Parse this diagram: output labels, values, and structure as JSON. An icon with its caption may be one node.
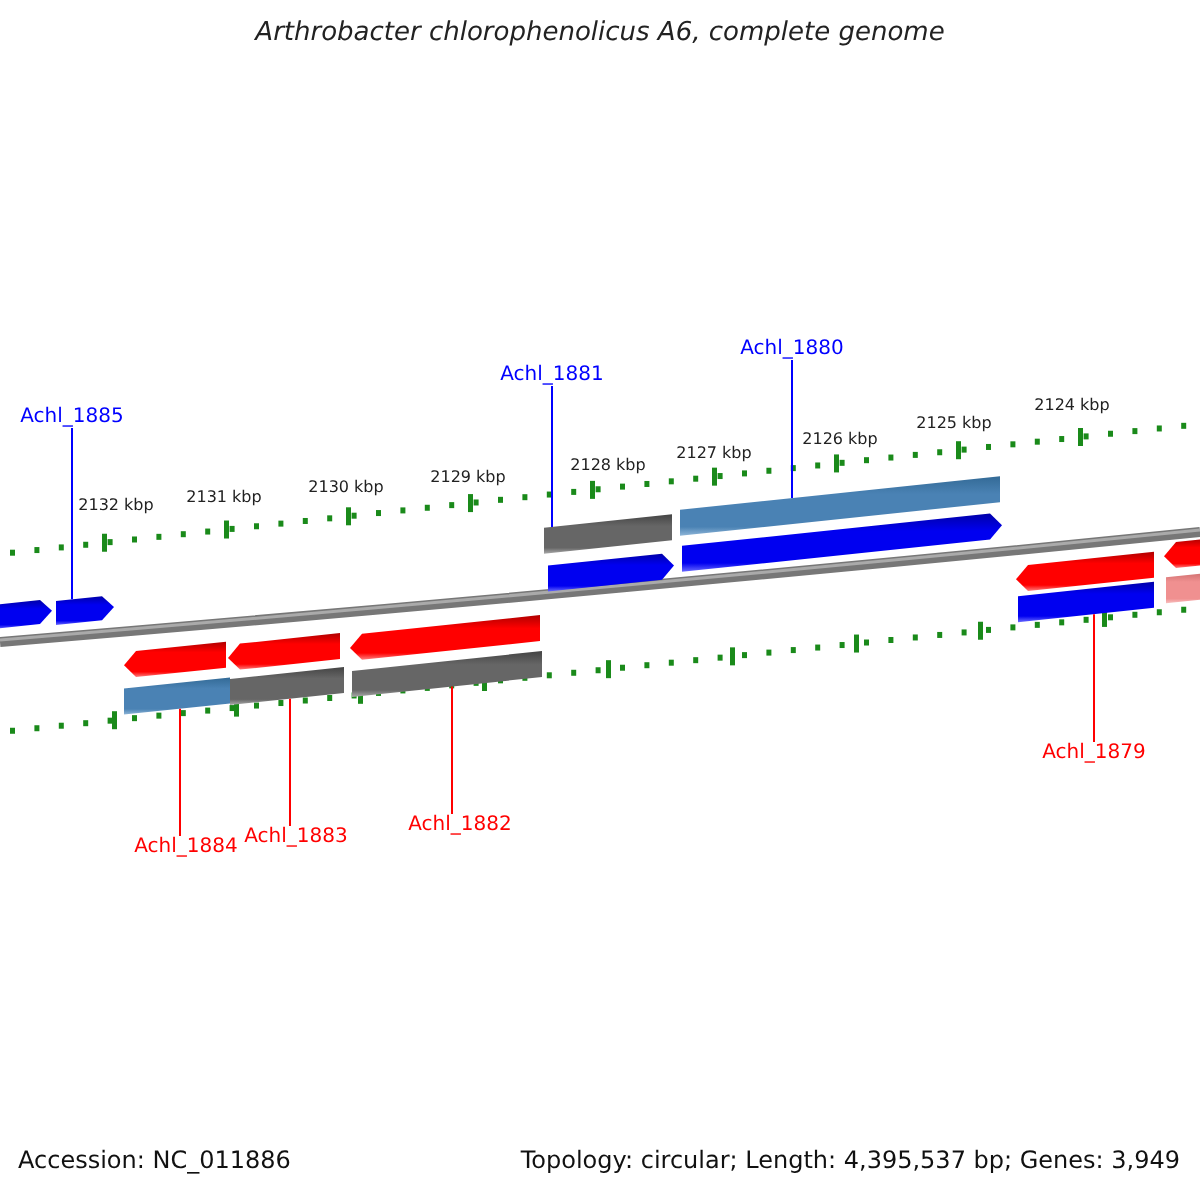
{
  "diagram": {
    "title": "Arthrobacter chlorophenolicus A6, complete genome",
    "nodes": [
      {
        "text": [
          "Achl_1885"
        ]
      },
      {
        "text": [
          "Achl_1881"
        ]
      },
      {
        "text": [
          "Achl_1880"
        ]
      },
      {
        "text": [
          "Achl_1884"
        ]
      },
      {
        "text": [
          "Achl_1883"
        ]
      },
      {
        "text": [
          "Achl_1882"
        ]
      },
      {
        "text": [
          "Achl_1879"
        ]
      },
      {
        "text": [],
        "shape": "arrow"
      },
      {
        "text": [],
        "shape": "bar"
      },
      {
        "text": [],
        "shape": "bar"
      },
      {
        "text": [],
        "shape": "bar"
      },
      {
        "text": [],
        "shape": "bar"
      },
      {
        "text": [],
        "shape": "bar"
      },
      {
        "text": [],
        "shape": "bar"
      }
    ],
    "edges": [
      {
        "from": 0,
        "to": 7,
        "arrow": "none",
        "color": "#0000ff"
      },
      {
        "from": 1,
        "to": 11,
        "arrow": "none",
        "color": "#0000ff"
      },
      {
        "from": 2,
        "to": 12,
        "arrow": "none",
        "color": "#0000ff"
      },
      {
        "from": 3,
        "to": 8,
        "arrow": "none"
      },
      {
        "from": 4,
        "to": 9,
        "arrow": "none"
      },
      {
        "from": 5,
        "to": 10,
        "arrow": "none"
      },
      {
        "from": 6,
        "to": 13,
        "arrow": "none"
      }
    ],
    "labels": [
      "2124 kbp",
      "2125 kbp",
      "2126 kbp",
      "2127 kbp",
      "2128 kbp",
      "2129 kbp",
      "2130 kbp",
      "2131 kbp",
      "2132 kbp",
      "Accession: NC_011886",
      "Topology: circular; Length: 4,395,537 bp; Genes: 3,949"
    ]
  }
}
